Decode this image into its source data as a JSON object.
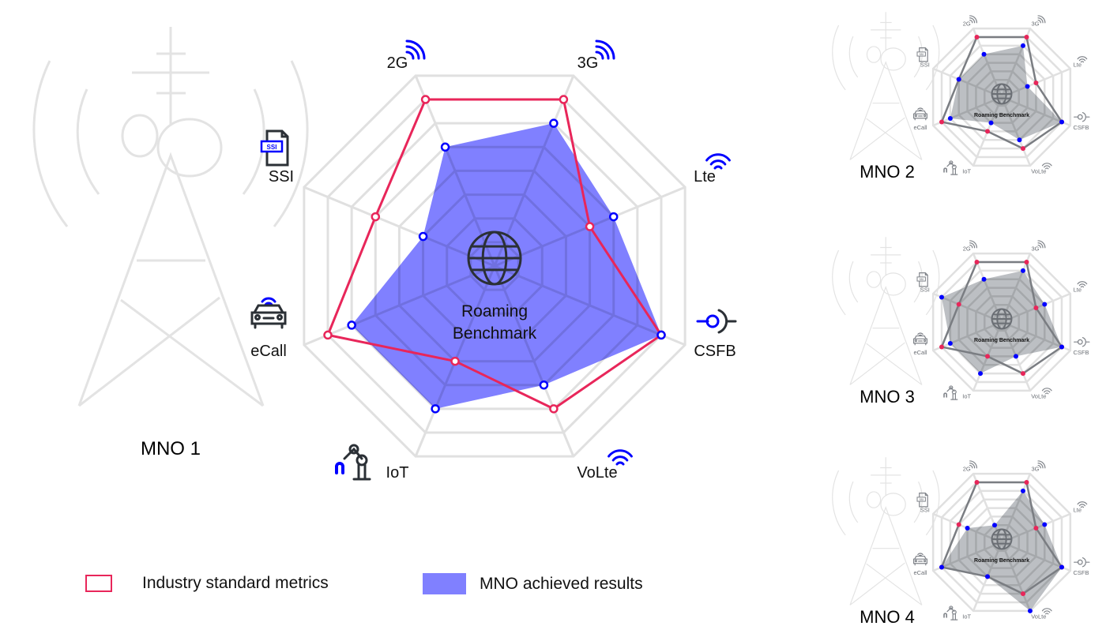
{
  "colors": {
    "industry": "#e8265a",
    "mno_fill": "#8080ff",
    "mno_point": "#0000ff",
    "grid": "#e0e0e0",
    "small_fill": "#8f949b",
    "small_line": "#7a7d82",
    "icon_accent": "#0000ff",
    "icon_dark": "#2b3036"
  },
  "legend": {
    "industry_label": "Industry standard metrics",
    "mno_label": "MNO achieved results"
  },
  "chart_data": [
    {
      "type": "radar",
      "title": "MNO 1",
      "center_label": [
        "Roaming",
        "Benchmark"
      ],
      "categories": [
        "2G",
        "3G",
        "Lte",
        "CSFB",
        "VoLte",
        "IoT",
        "eCall",
        "SSI"
      ],
      "icons": [
        "signal-icon",
        "signal-icon",
        "wifi-icon",
        "csfb-icon",
        "wifi-icon",
        "robot-arm-icon",
        "car-icon",
        "sim-file-icon"
      ],
      "icon_text": "SSI",
      "levels": 8,
      "range": [
        0,
        8
      ],
      "series": [
        {
          "name": "Industry standard metrics",
          "values": [
            7,
            7,
            4,
            7,
            6,
            4,
            7,
            5
          ]
        },
        {
          "name": "MNO achieved results",
          "values": [
            5,
            6,
            5,
            7,
            5,
            6,
            6,
            3
          ]
        }
      ]
    },
    {
      "type": "radar",
      "title": "MNO 2",
      "center_label": [
        "Roaming Benchmark"
      ],
      "categories": [
        "2G",
        "3G",
        "Lte",
        "CSFB",
        "VoLte",
        "IoT",
        "eCall",
        "SSI"
      ],
      "levels": 8,
      "range": [
        0,
        8
      ],
      "series": [
        {
          "name": "Industry standard metrics",
          "values": [
            7,
            7,
            4,
            7,
            6,
            4,
            7,
            5
          ]
        },
        {
          "name": "MNO achieved results",
          "values": [
            5,
            6,
            3,
            7,
            5,
            3,
            6,
            5
          ]
        }
      ]
    },
    {
      "type": "radar",
      "title": "MNO 3",
      "center_label": [
        "Roaming Benchmark"
      ],
      "categories": [
        "2G",
        "3G",
        "Lte",
        "CSFB",
        "VoLte",
        "IoT",
        "eCall",
        "SSI"
      ],
      "levels": 8,
      "range": [
        0,
        8
      ],
      "series": [
        {
          "name": "Industry standard metrics",
          "values": [
            7,
            7,
            4,
            7,
            6,
            4,
            7,
            5
          ]
        },
        {
          "name": "MNO achieved results",
          "values": [
            5,
            6,
            5,
            7,
            4,
            6,
            6,
            7
          ]
        }
      ]
    },
    {
      "type": "radar",
      "title": "MNO 4",
      "center_label": [
        "Roaming Benchmark"
      ],
      "categories": [
        "2G",
        "3G",
        "Lte",
        "CSFB",
        "VoLte",
        "IoT",
        "eCall",
        "SSI"
      ],
      "levels": 8,
      "range": [
        0,
        8
      ],
      "series": [
        {
          "name": "Industry standard metrics",
          "values": [
            7,
            7,
            4,
            7,
            6,
            4,
            7,
            5
          ]
        },
        {
          "name": "MNO achieved results",
          "values": [
            2,
            6,
            5,
            7,
            8,
            4,
            7,
            4
          ]
        }
      ]
    }
  ]
}
